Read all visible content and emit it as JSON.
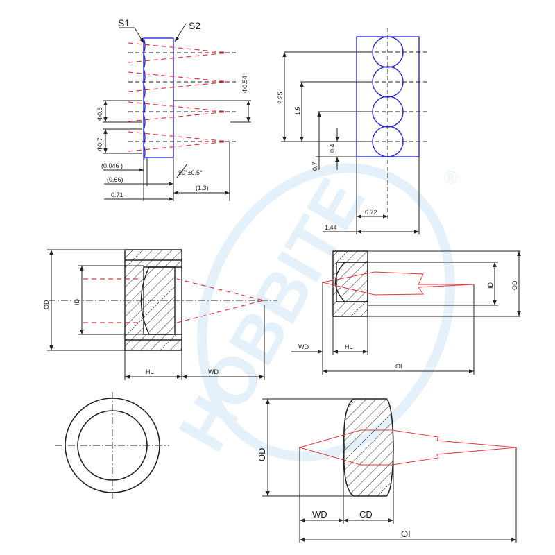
{
  "colors": {
    "line": "#222222",
    "optical_path": "#e8343a",
    "array_outline": "#2b2bd8",
    "watermark": "#cfe6f6"
  },
  "watermark": {
    "text": "HOBBITE",
    "mark": "®"
  },
  "fig1": {
    "s1": "S1",
    "s2": "S2",
    "pitch_dia": "Φ0.54",
    "dia_06": "Φ0.6",
    "dia_07": "Φ0.7",
    "sag": "(0.046 )",
    "dim_066": "(0.66)",
    "dim_071": "0.71",
    "angle": "90°±0.5°",
    "dim_13": "(1.3)"
  },
  "fig2": {
    "dim_225": "2.25",
    "dim_15": "1.5",
    "dim_04": "0.4",
    "dim_07": "0.7",
    "dim_072": "0.72",
    "dim_144": "1.44"
  },
  "fig3": {
    "od": "OD",
    "id": "ID",
    "hl": "HL",
    "wd": "WD"
  },
  "fig4": {
    "id": "ID",
    "od": "OD",
    "wd": "WD",
    "hl": "HL",
    "oi": "OI"
  },
  "fig6": {
    "od": "OD",
    "wd": "WD",
    "cd": "CD",
    "oi": "OI"
  }
}
